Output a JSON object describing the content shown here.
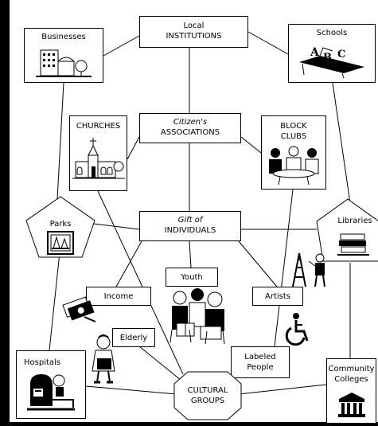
{
  "center": {
    "institutions": {
      "line1": "Local",
      "line2": "INSTITUTIONS"
    },
    "associations": {
      "line1": "Citizen's",
      "line2": "ASSOCIATIONS"
    },
    "individuals": {
      "line1": "Gift of",
      "line2": "INDIVIDUALS"
    }
  },
  "nodes": {
    "businesses": "Businesses",
    "schools": "Schools",
    "churches": "CHURCHES",
    "block_clubs": {
      "line1": "BLOCK",
      "line2": "CLUBS"
    },
    "parks": "Parks",
    "libraries": "Libraries",
    "youth": "Youth",
    "income": "Income",
    "artists": "Artists",
    "elderly": "Elderly",
    "labeled_people": {
      "line1": "Labeled",
      "line2": "People"
    },
    "hospitals": "Hospitals",
    "community_colleges": {
      "line1": "Community",
      "line2": "Colleges"
    },
    "cultural_groups": {
      "line1": "CULTURAL",
      "line2": "GROUPS"
    }
  },
  "icons": [
    "office-building-icon",
    "school-desk-abc-icon",
    "church-icon",
    "meeting-people-icon",
    "park-frame-icon",
    "books-stack-icon",
    "youth-group-icon",
    "money-icon",
    "ladder-artist-icon",
    "wheelchair-icon",
    "elderly-woman-icon",
    "hospital-bed-icon",
    "college-building-icon"
  ],
  "colors": {
    "background": "#000000",
    "paper": "#ffffff",
    "ink": "#000000"
  }
}
